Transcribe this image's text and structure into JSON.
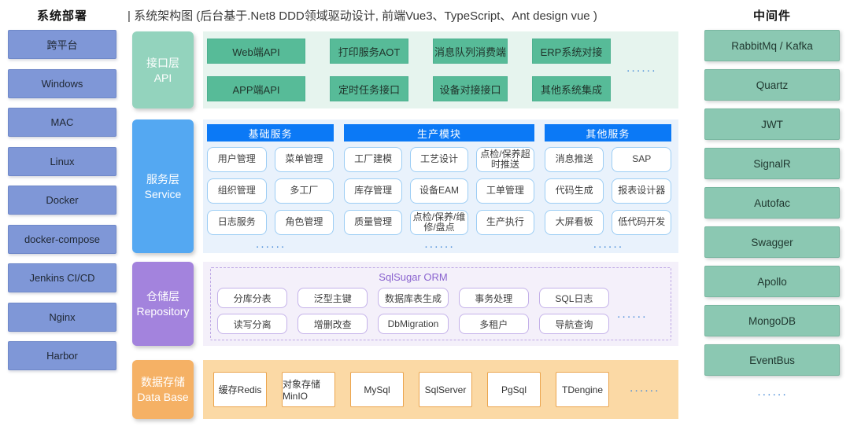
{
  "title": "| 系统架构图 (后台基于.Net8 DDD领域驱动设计, 前端Vue3、TypeScript、Ant design  vue )",
  "deployment": {
    "header": "系统部署",
    "items": [
      "跨平台",
      "Windows",
      "MAC",
      "Linux",
      "Docker",
      "docker-compose",
      "Jenkins CI/CD",
      "Nginx",
      "Harbor"
    ]
  },
  "middleware": {
    "header": "中间件",
    "items": [
      "RabbitMq / Kafka",
      "Quartz",
      "JWT",
      "SignalR",
      "Autofac",
      "Swagger",
      "Apollo",
      "MongoDB",
      "EventBus"
    ],
    "more": "......"
  },
  "api_layer": {
    "label_zh": "接口层",
    "label_en": "API",
    "cells": [
      "Web端API",
      "打印服务AOT",
      "消息队列消费端",
      "ERP系统对接",
      "APP端API",
      "定时任务接口",
      "设备对接接口",
      "其他系统集成"
    ],
    "more": "......"
  },
  "service_layer": {
    "label_zh": "服务层",
    "label_en": "Service",
    "groups": [
      {
        "header": "基础服务",
        "cols": "2",
        "cells": [
          "用户管理",
          "菜单管理",
          "组织管理",
          "多工厂",
          "日志服务",
          "角色管理"
        ],
        "more": "......"
      },
      {
        "header": "生产模块",
        "cols": "3",
        "cells": [
          "工厂建模",
          "工艺设计",
          "点检/保养超时推送",
          "库存管理",
          "设备EAM",
          "工单管理",
          "质量管理",
          "点检/保养/维修/盘点",
          "生产执行"
        ],
        "more": "......"
      },
      {
        "header": "其他服务",
        "cols": "2",
        "cells": [
          "消息推送",
          "SAP",
          "代码生成",
          "报表设计器",
          "大屏看板",
          "低代码开发"
        ],
        "more": "......"
      }
    ]
  },
  "repository_layer": {
    "label_zh": "仓储层",
    "label_en": "Repository",
    "title": "SqlSugar ORM",
    "cells": [
      "分库分表",
      "泛型主键",
      "数据库表生成",
      "事务处理",
      "SQL日志",
      "读写分离",
      "增删改查",
      "DbMigration",
      "多租户",
      "导航查询"
    ],
    "more": "......"
  },
  "database_layer": {
    "label_zh": "数据存储",
    "label_en": "Data Base",
    "cells": [
      "缓存Redis",
      "对象存储MinIO",
      "MySql",
      "SqlServer",
      "PgSql",
      "TDengine"
    ],
    "more": "......"
  },
  "colors": {
    "deploy_box": "#7f97d7",
    "middleware_box": "#8bc8b2",
    "api_label": "#93d3bd",
    "api_cell": "#57bb98",
    "api_section_bg": "#e6f4ee",
    "service_label": "#54a8f2",
    "service_header_bar": "#0b79f6",
    "service_section_bg": "#e9f2fc",
    "repository_label": "#a383dd",
    "repository_section_bg": "#f4f0fa",
    "repository_accent": "#8a63cf",
    "database_label": "#f5b165",
    "database_section_bg": "#fbd9a5",
    "dots": "#4a8dd8"
  }
}
